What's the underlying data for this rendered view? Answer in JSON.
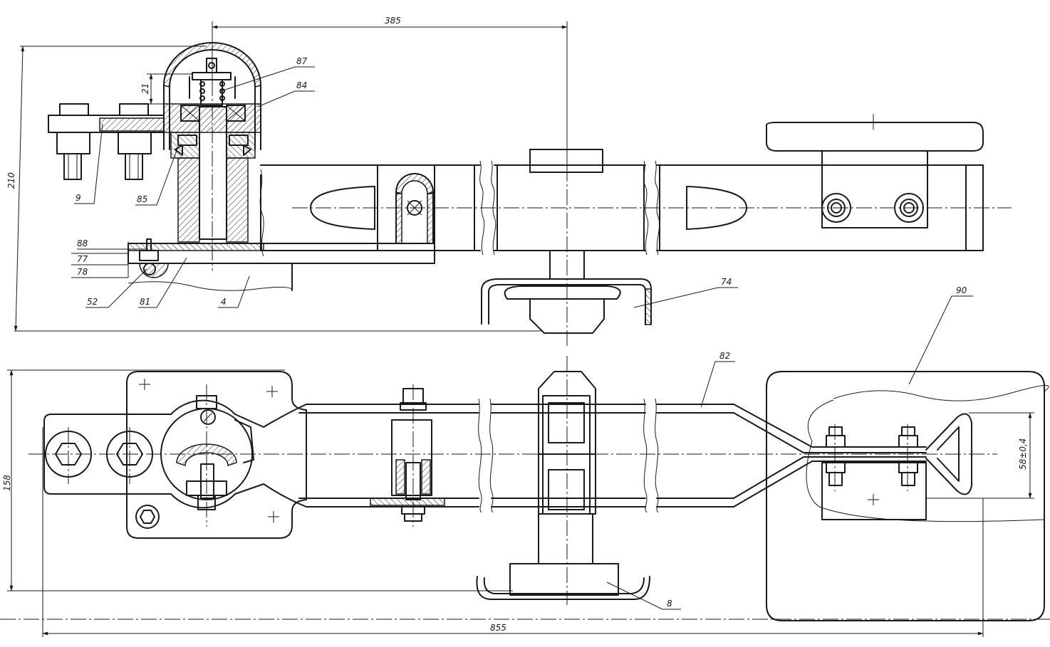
{
  "dimensions": {
    "top_width": "385",
    "overall_height": "210",
    "cap_height": "21",
    "overall_length": "855",
    "plan_width": "158",
    "spacing": "58±0,4"
  },
  "callouts": {
    "c87": "87",
    "c84": "84",
    "c9": "9",
    "c85": "85",
    "c88": "88",
    "c77": "77",
    "c78": "78",
    "c52": "52",
    "c81": "81",
    "c4": "4",
    "c74": "74",
    "c90": "90",
    "c82": "82",
    "c8": "8"
  },
  "colors": {
    "line": "#1a1a1a",
    "paper": "#ffffff"
  }
}
